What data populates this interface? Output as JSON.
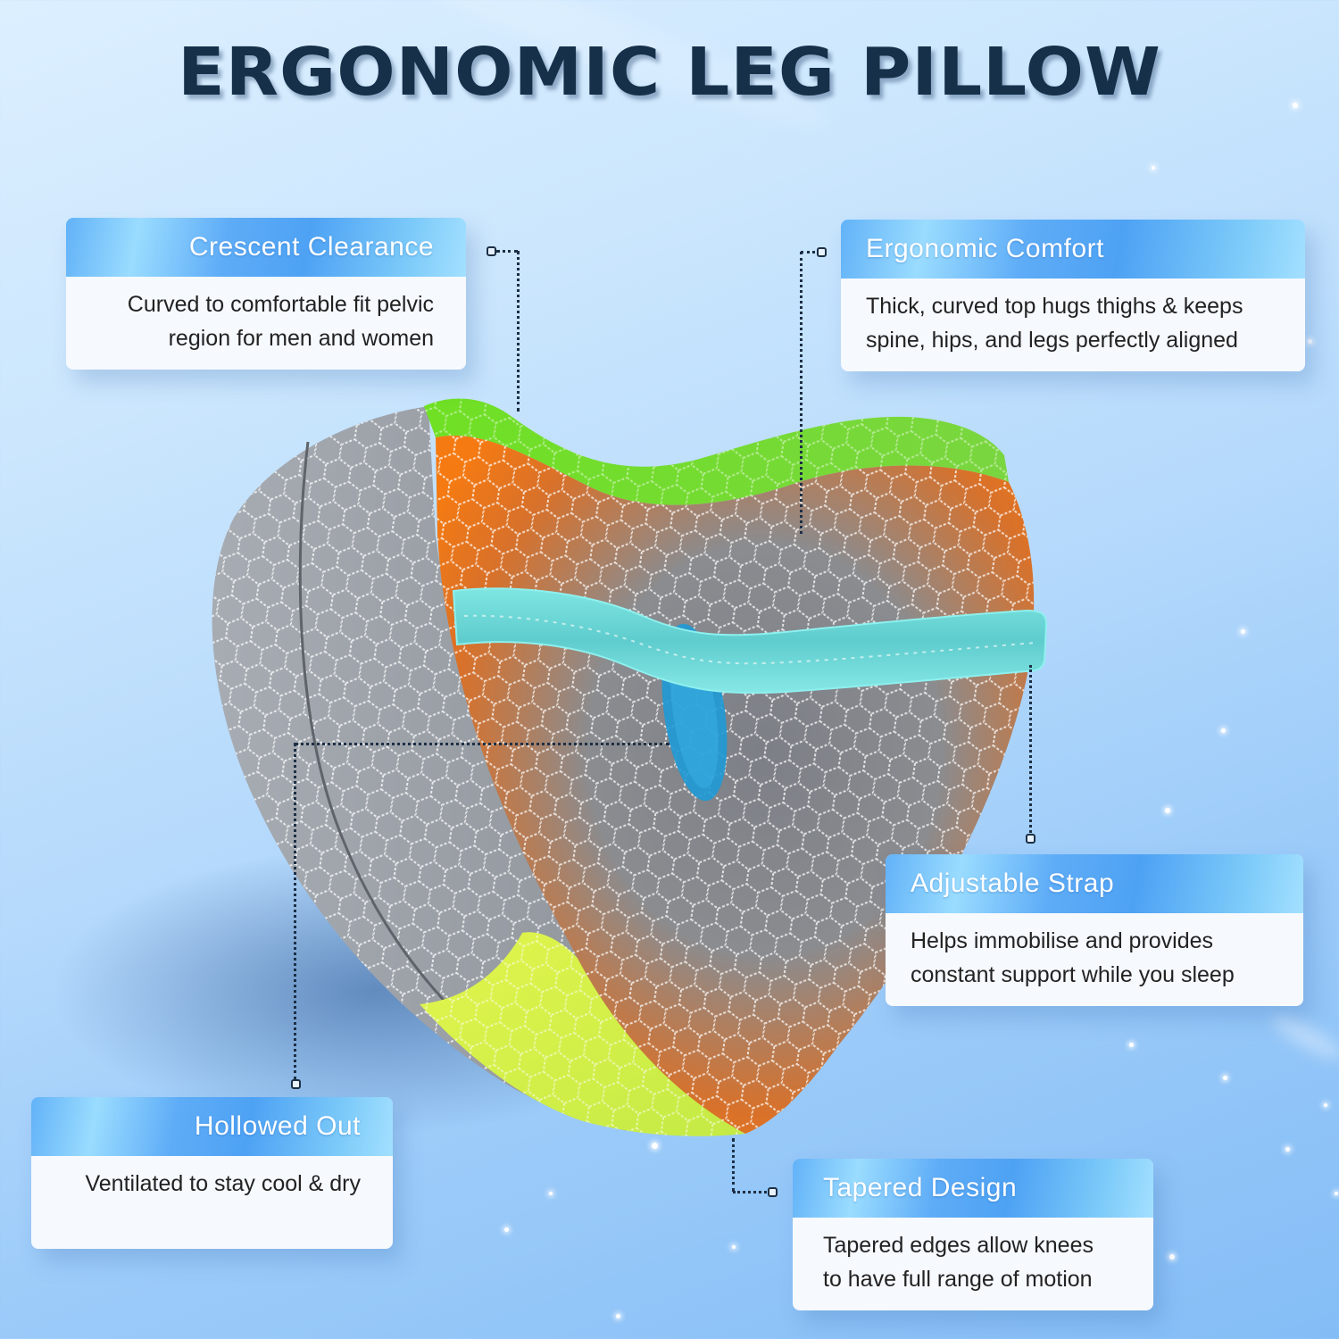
{
  "header": {
    "title": "ERGONOMIC LEG PILLOW"
  },
  "colors": {
    "title": "#17304a",
    "card_header": "#4ea2f4",
    "card_body": "#f6f9fe",
    "pillow_fabric": "#8f949b",
    "pillow_orange": "#f57a12",
    "pillow_top_green": "#6fe024",
    "pillow_bottom_yellow": "#d8f24a",
    "strap_teal": "#5fd8d8",
    "strap_button_blue": "#1e9ad6",
    "connector_line": "#1d2f45"
  },
  "features": [
    {
      "id": "crescent-clearance",
      "title": "Crescent  Clearance",
      "description_lines": [
        "Curved to comfortable fit pelvic",
        "region for men and women"
      ]
    },
    {
      "id": "ergonomic-comfort",
      "title": "Ergonomic Comfort",
      "description_lines": [
        "Thick, curved top hugs thighs & keeps",
        "spine, hips, and legs perfectly aligned"
      ]
    },
    {
      "id": "adjustable-strap",
      "title": "Adjustable Strap",
      "description_lines": [
        "Helps immobilise and provides",
        "constant support while you sleep"
      ]
    },
    {
      "id": "hollowed-out",
      "title": "Hollowed Out",
      "description_lines": [
        "Ventilated to stay cool & dry"
      ]
    },
    {
      "id": "tapered-design",
      "title": "Tapered Design",
      "description_lines": [
        "Tapered edges allow knees",
        "to have full range of motion"
      ]
    }
  ],
  "product_image": {
    "subject": "knee pillow with honeycomb mesh cover and adjustable strap"
  }
}
